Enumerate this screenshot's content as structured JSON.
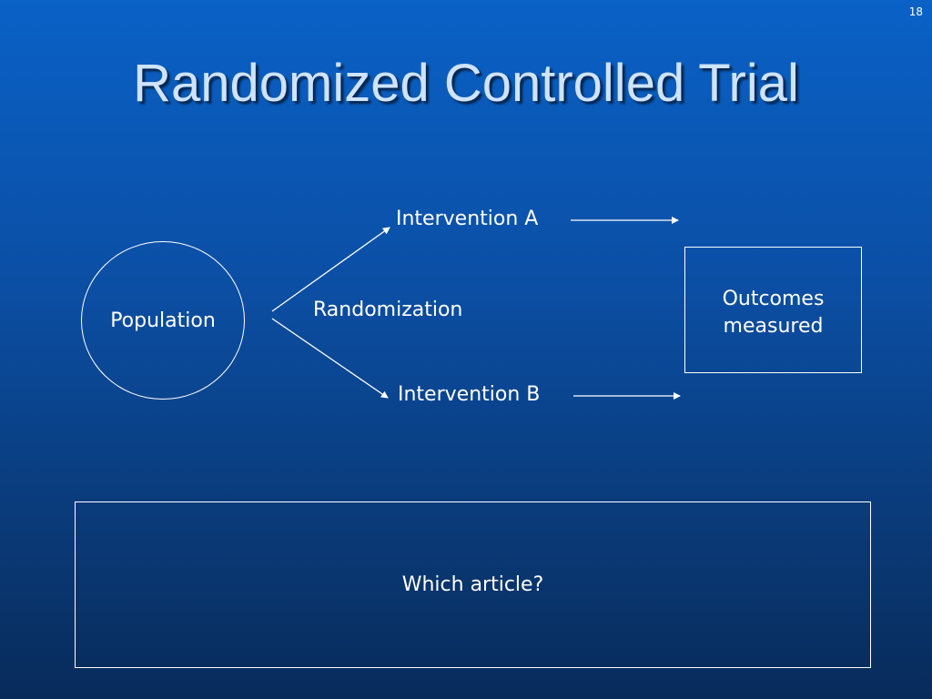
{
  "slide": {
    "number": "18",
    "title": "Randomized Controlled Trial"
  },
  "diagram": {
    "population": "Population",
    "randomization": "Randomization",
    "intervention_a": "Intervention A",
    "intervention_b": "Intervention B",
    "outcomes_line1": "Outcomes",
    "outcomes_line2": "measured"
  },
  "question": "Which article?",
  "colors": {
    "background_top": "#0a61c6",
    "background_bottom": "#082b5a",
    "title": "#cfe3ff",
    "lines": "#ffffff"
  }
}
